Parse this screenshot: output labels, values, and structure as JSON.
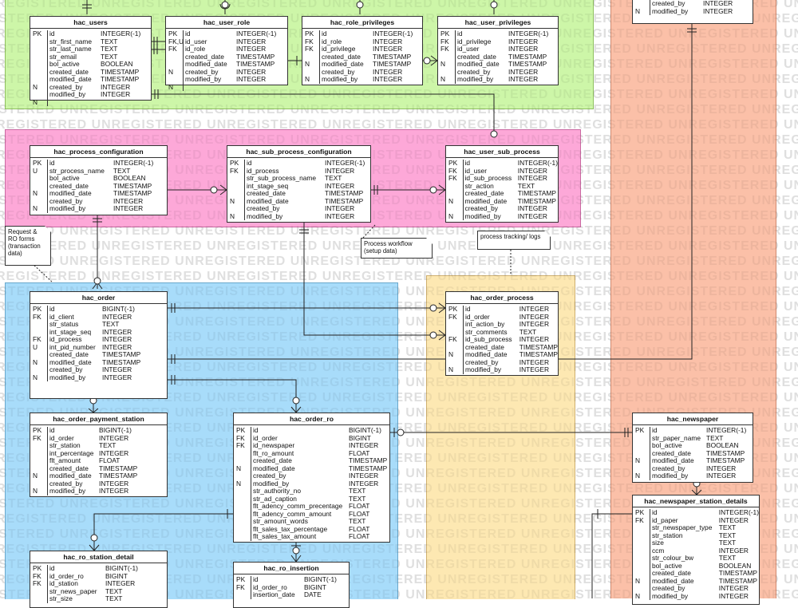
{
  "watermark": "UNREGISTERED",
  "colors": {
    "users_zone": "#cdf6a8",
    "process_zone": "#fda8d8",
    "order_zone": "#a8dcfa",
    "order_process_zone": "#fde8b2",
    "newspaper_zone": "#fbc0a8"
  },
  "tables": {
    "hac_users": {
      "title": "hac_users",
      "keys": "PK\n\n\n\n\n\n\nN\n\nN",
      "cols": "id\nstr_first_name\nstr_last_name\nstr_email\nbol_active\ncreated_date\nmodified_date\ncreated_by\nmodified_by",
      "types": "INTEGER(-1)\nTEXT\nTEXT\nTEXT\nBOOLEAN\nTIMESTAMP\nTIMESTAMP\nINTEGER\nINTEGER"
    },
    "hac_user_role": {
      "title": "hac_user_role",
      "keys": "PK\nFK,U\nFK\n\n\nN\n\nN",
      "cols": "id\nid_user\nid_role\ncreated_date\nmodified_date\ncreated_by\nmodified_by",
      "types": "INTEGER(-1)\nINTEGER\nINTEGER\nTIMESTAMP\nTIMESTAMP\nINTEGER\nINTEGER"
    },
    "hac_role_privileges": {
      "title": "hac_role_privileges",
      "keys": "PK\nFK\nFK\n\nN\n\nN",
      "cols": "id\nid_role\nid_privilege\ncreated_date\nmodified_date\ncreated_by\nmodified_by",
      "types": "INTEGER(-1)\nINTEGER\nINTEGER\nTIMESTAMP\nTIMESTAMP\nINTEGER\nINTEGER"
    },
    "hac_user_privileges": {
      "title": "hac_user_privileges",
      "keys": "PK\nFK\nFK\n\nN\n\nN",
      "cols": "id\nid_privilege\nid_user\ncreated_date\nmodified_date\ncreated_by\nmodified_by",
      "types": "INTEGER(-1)\nINTEGER\nINTEGER\nTIMESTAMP\nTIMESTAMP\nINTEGER\nINTEGER"
    },
    "top_right": {
      "title": "",
      "keys": "\nN",
      "cols": "created_by\nmodified_by",
      "types": "INTEGER\nINTEGER"
    },
    "hac_process_configuration": {
      "title": "hac_process_configuration",
      "keys": "PK\nU\n\n\nN\n\nN",
      "cols": "id\nstr_process_name\nbol_active\ncreated_date\nmodified_date\ncreated_by\nmodified_by",
      "types": "INTEGER(-1)\nTEXT\nBOOLEAN\nTIMESTAMP\nTIMESTAMP\nINTEGER\nINTEGER"
    },
    "hac_sub_process_configuration": {
      "title": "hac_sub_process_configuration",
      "keys": "PK\nFK\n\n\n\nN\n\nN",
      "cols": "id\nid_process\nstr_sub_process_name\nint_stage_seq\ncreated_date\nmodified_date\ncreated_by\nmodified_by",
      "types": "INTEGER(-1)\nINTEGER\nTEXT\nINTEGER\nTIMESTAMP\nTIMESTAMP\nINTEGER\nINTEGER"
    },
    "hac_user_sub_process": {
      "title": "hac_user_sub_process",
      "keys": "PK\nFK\nFK\n\n\nN\n\nN",
      "cols": "id\nid_user\nid_sub_process\nstr_action\ncreated_date\nmodified_date\ncreated_by\nmodified_by",
      "types": "INTEGER(-1)\nINTEGER\nINTEGER\nTEXT\nTIMESTAMP\nTIMESTAMP\nINTEGER\nINTEGER"
    },
    "hac_order": {
      "title": "hac_order",
      "keys": "PK\nFK\n\n\nFK\nU\n\nN\n\nN",
      "cols": "id\nid_client\nstr_status\nint_stage_seq\nid_process\nint_pid_number\ncreated_date\nmodified_date\ncreated_by\nmodified_by",
      "types": "BIGINT(-1)\nINTEGER\nTEXT\nINTEGER\nINTEGER\nINTEGER\nTIMESTAMP\nTIMESTAMP\nINTEGER\nINTEGER"
    },
    "hac_order_process": {
      "title": "hac_order_process",
      "keys": "PK\nFK\n\n\nFK\n\nN\n\nN",
      "cols": "id\nid_order\nint_action_by\nstr_comments\nid_sub_process\ncreated_date\nmodified_date\ncreated_by\nmodified_by",
      "types": "INTEGER\nINTEGER\nINTEGER\nTEXT\nINTEGER\nTIMESTAMP\nTIMESTAMP\nINTEGER\nINTEGER"
    },
    "hac_order_payment_station": {
      "title": "hac_order_payment_station",
      "keys": "PK\nFK\n\n\n\n\nN\n\nN",
      "cols": "id\nid_order\nstr_station\nint_percentage\nflt_amount\ncreated_date\nmodified_date\ncreated_by\nmodified_by",
      "types": "BIGINT(-1)\nINTEGER\nTEXT\nINTEGER\nFLOAT\nTIMESTAMP\nTIMESTAMP\nINTEGER\nINTEGER"
    },
    "hac_order_ro": {
      "title": "hac_order_ro",
      "keys": "PK\nFK\nFK\n\n\nN\n\nN",
      "cols": "id\nid_order\nid_newspaper\nflt_ro_amount\ncreated_date\nmodified_date\ncreated_by\nmodified_by\nstr_authority_no\nstr_ad_caption\nflt_adency_comm_precentage\nflt_adency_comm_amount\nstr_amount_words\nflt_sales_tax_percentage\nflt_sales_tax_amount",
      "types": "BIGINT(-1)\nBIGINT\nINTEGER\nFLOAT\nTIMESTAMP\nTIMESTAMP\nINTEGER\nINTEGER\nTEXT\nTEXT\nFLOAT\nFLOAT\nTEXT\nFLOAT\nFLOAT"
    },
    "hac_newspaper": {
      "title": "hac_newspaper",
      "keys": "PK\n\n\n\nN\n\nN",
      "cols": "id\nstr_paper_name\nbol_active\ncreated_date\nmodified_date\ncreated_by\nmodified_by",
      "types": "INTEGER(-1)\nTEXT\nBOOLEAN\nTIMESTAMP\nTIMESTAMP\nINTEGER\nINTEGER"
    },
    "hac_newspaper_station_details": {
      "title": "hac_newspaper_station_details",
      "keys": "PK\nFK\n\n\n\n\n\n\n\nN\n\nN",
      "cols": "id\nid_paper\nstr_newspaper_type\nstr_station\nsize\nccm\nstr_colour_bw\nbol_active\ncreated_date\nmodified_date\ncreated_by\nmodified_by",
      "types": "INTEGER(-1)\nINTEGER\nTEXT\nTEXT\nTEXT\nINTEGER\nTEXT\nBOOLEAN\nTIMESTAMP\nTIMESTAMP\nINTEGER\nINTEGER"
    },
    "hac_ro_station_detail": {
      "title": "hac_ro_station_detail",
      "keys": "PK\nFK\nFK",
      "cols": "id\nid_order_ro\nid_station\nstr_news_paper\nstr_size",
      "types": "BIGINT(-1)\nBIGINT\nINTEGER\nTEXT\nTEXT"
    },
    "hac_ro_insertion": {
      "title": "hac_ro_insertion",
      "keys": "PK\nFK",
      "cols": "id\nid_order_ro\ninsertion_date",
      "types": "BIGINT(-1)\nBIGINT\nDATE"
    }
  },
  "notes": {
    "request_forms": "Request &\nRO forms\n(transaction\ndata)",
    "process_workflow": "Process workflow\n(setup data)",
    "process_tracking": "process tracking/ logs"
  }
}
